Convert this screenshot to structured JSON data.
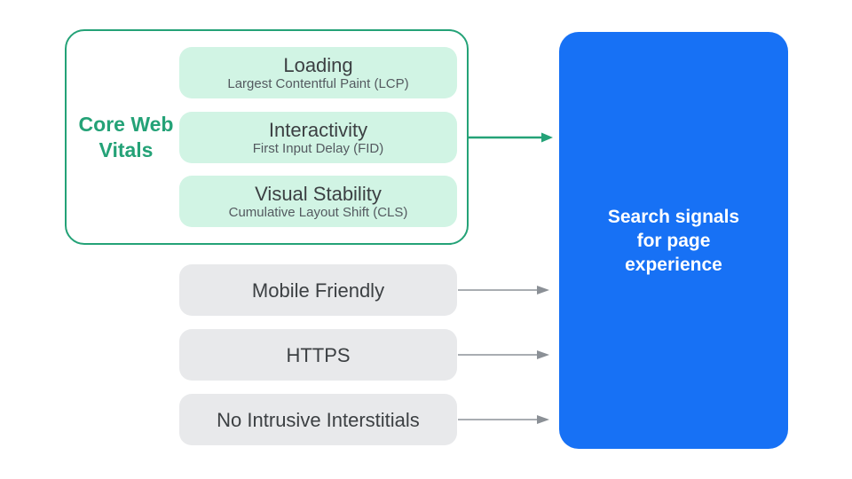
{
  "colors": {
    "green": "#24A277",
    "green-light": "#D1F4E4",
    "blue": "#1771F5",
    "pill-gray": "#E8E9EB",
    "arrow-gray": "#A9ADB2",
    "arrow-gray-head": "#8B9096",
    "title-text": "#3C4043",
    "subtitle-text": "#545A60",
    "result-text": "#FFFFFF"
  },
  "core_web_vitals": {
    "label": "Core Web Vitals",
    "items": [
      {
        "title": "Loading",
        "subtitle": "Largest Contentful Paint (LCP)"
      },
      {
        "title": "Interactivity",
        "subtitle": "First Input Delay (FID)"
      },
      {
        "title": "Visual Stability",
        "subtitle": "Cumulative Layout Shift (CLS)"
      }
    ]
  },
  "other_signals": [
    {
      "label": "Mobile Friendly"
    },
    {
      "label": "HTTPS"
    },
    {
      "label": "No Intrusive Interstitials"
    }
  ],
  "result_box": {
    "label": "Search signals for page experience"
  }
}
